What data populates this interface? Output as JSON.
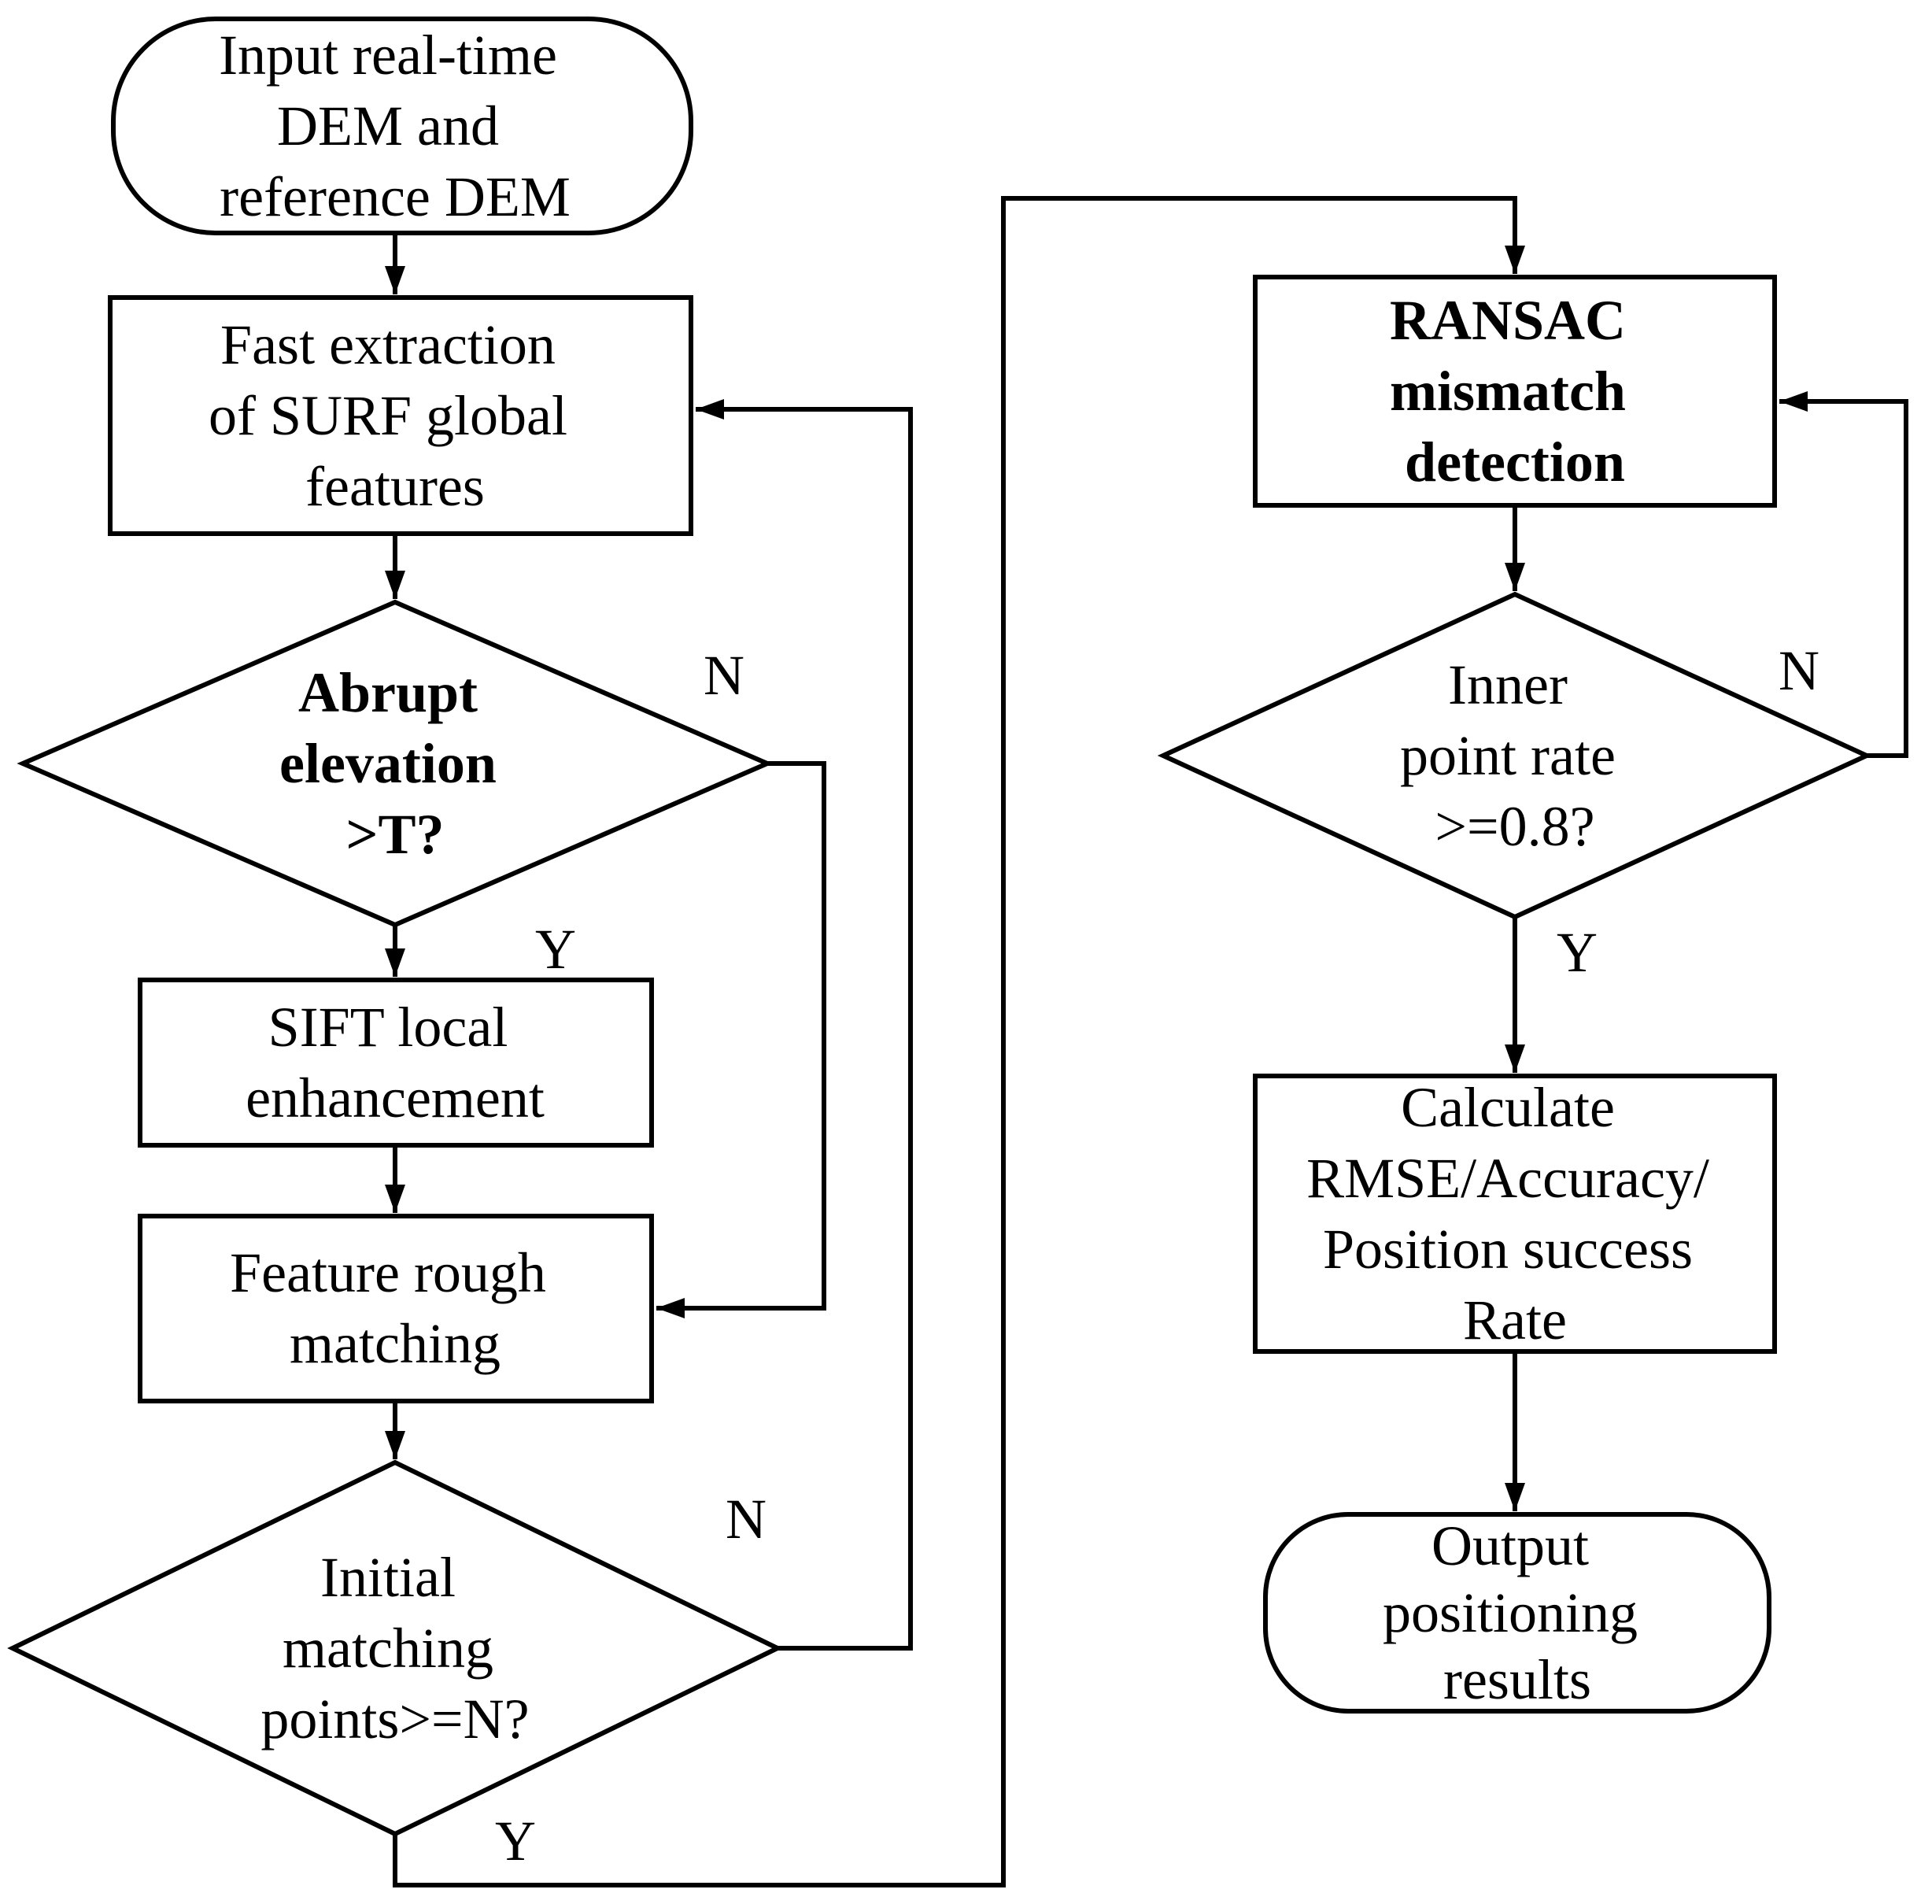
{
  "flow": {
    "colors": {
      "background": "#ffffff",
      "stroke": "#000000",
      "text": "#000000"
    },
    "nodes": {
      "input": {
        "type": "terminator",
        "lines": [
          "Input real-time",
          "DEM and",
          "reference DEM"
        ]
      },
      "surf": {
        "type": "process",
        "lines": [
          "Fast extraction",
          "of SURF global",
          "features"
        ]
      },
      "abrupt": {
        "type": "decision",
        "emphasis": "bold",
        "lines": [
          "Abrupt",
          "elevation",
          ">T?"
        ]
      },
      "sift": {
        "type": "process",
        "lines": [
          "SIFT local",
          "enhancement"
        ]
      },
      "rough": {
        "type": "process",
        "lines": [
          "Feature rough",
          "matching"
        ]
      },
      "initial": {
        "type": "decision",
        "lines": [
          "Initial",
          "matching",
          "points>=N?"
        ]
      },
      "ransac": {
        "type": "process",
        "emphasis": "bold",
        "lines": [
          "RANSAC",
          "mismatch",
          "detection"
        ]
      },
      "inner": {
        "type": "decision",
        "lines": [
          "Inner",
          "point rate",
          ">=0.8?"
        ]
      },
      "calc": {
        "type": "process",
        "lines": [
          "Calculate",
          "RMSE/Accuracy/",
          "Position success",
          "Rate"
        ]
      },
      "output": {
        "type": "terminator",
        "lines": [
          "Output",
          "positioning",
          "results"
        ]
      }
    },
    "edge_labels": {
      "abrupt_no": "N",
      "abrupt_yes": "Y",
      "initial_no": "N",
      "initial_yes": "Y",
      "inner_no": "N",
      "inner_yes": "Y"
    },
    "edges": [
      {
        "from": "input",
        "to": "surf",
        "label": ""
      },
      {
        "from": "surf",
        "to": "abrupt",
        "label": ""
      },
      {
        "from": "abrupt",
        "to": "sift",
        "label": "Y"
      },
      {
        "from": "abrupt",
        "to": "rough",
        "label": "N"
      },
      {
        "from": "sift",
        "to": "rough",
        "label": ""
      },
      {
        "from": "rough",
        "to": "initial",
        "label": ""
      },
      {
        "from": "initial",
        "to": "surf",
        "label": "N"
      },
      {
        "from": "initial",
        "to": "ransac",
        "label": "Y"
      },
      {
        "from": "ransac",
        "to": "inner",
        "label": ""
      },
      {
        "from": "inner",
        "to": "ransac",
        "label": "N"
      },
      {
        "from": "inner",
        "to": "calc",
        "label": "Y"
      },
      {
        "from": "calc",
        "to": "output",
        "label": ""
      }
    ]
  }
}
